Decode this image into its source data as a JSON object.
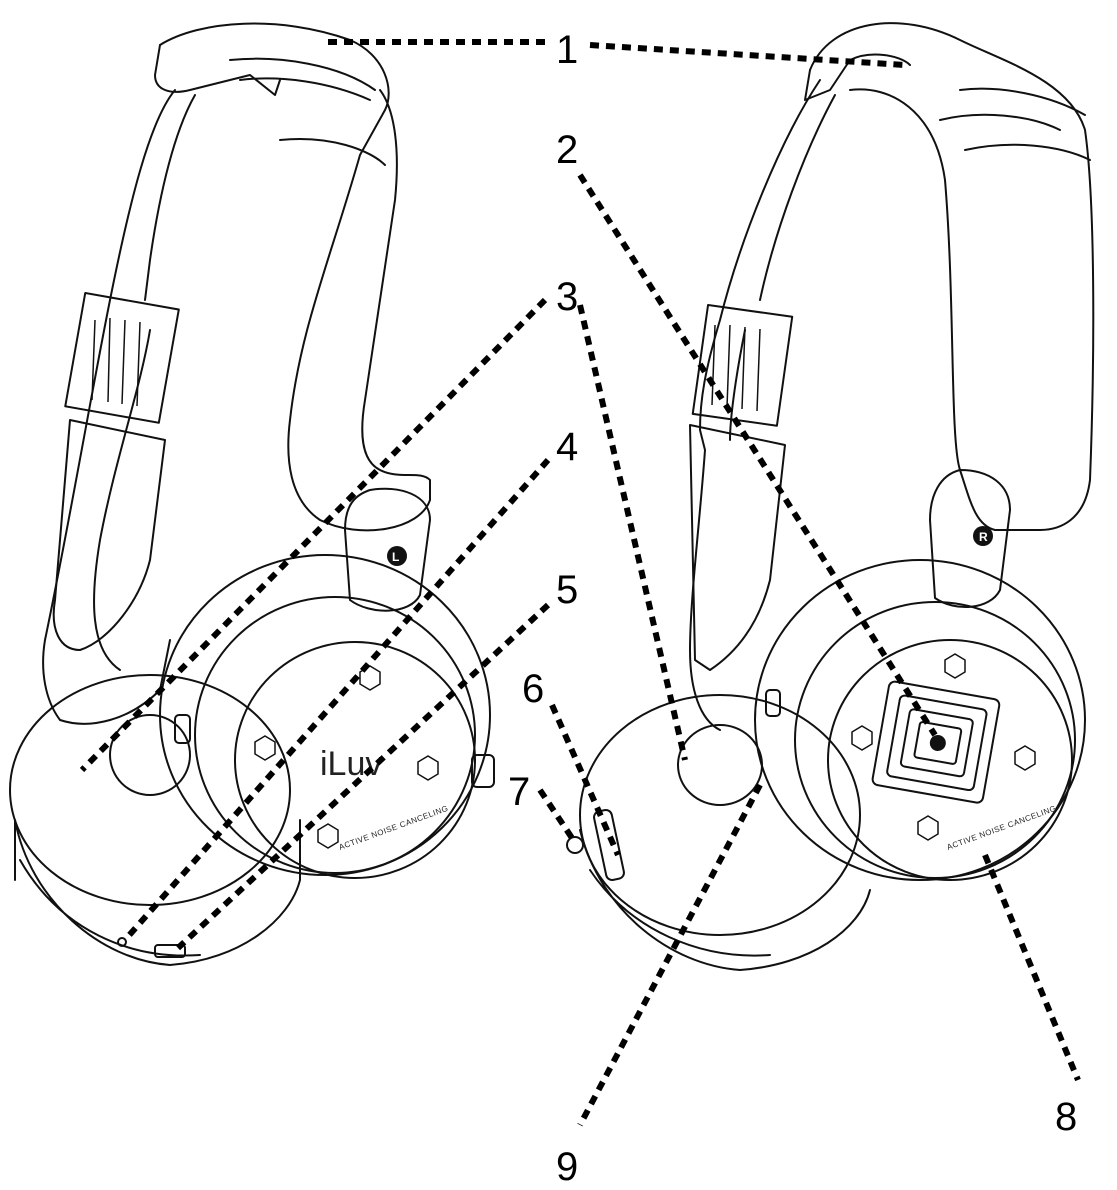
{
  "diagram": {
    "brand_label": "iLuv",
    "cup_print_left": "ACTIVE NOISE CANCELING",
    "cup_print_right": "ACTIVE NOISE CANCELING",
    "left_side_marker": "L",
    "right_side_marker": "R",
    "callouts": [
      {
        "id": 1,
        "label": "1"
      },
      {
        "id": 2,
        "label": "2"
      },
      {
        "id": 3,
        "label": "3"
      },
      {
        "id": 4,
        "label": "4"
      },
      {
        "id": 5,
        "label": "5"
      },
      {
        "id": 6,
        "label": "6"
      },
      {
        "id": 7,
        "label": "7"
      },
      {
        "id": 8,
        "label": "8"
      },
      {
        "id": 9,
        "label": "9"
      }
    ]
  }
}
